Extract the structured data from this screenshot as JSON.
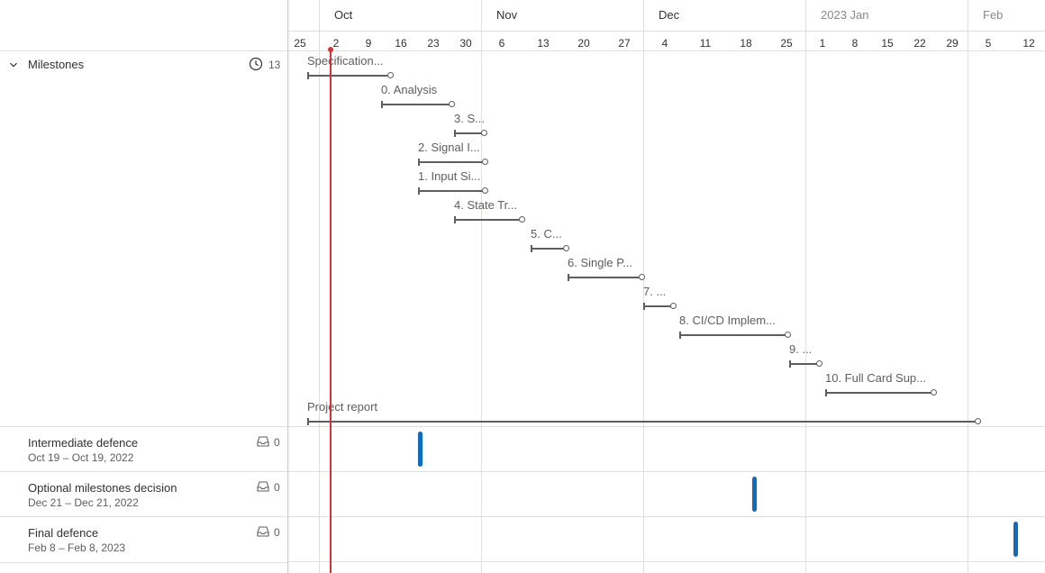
{
  "group": {
    "label": "Milestones",
    "count": "13",
    "icon": "clock-icon"
  },
  "rows": [
    {
      "title": "Intermediate defence",
      "dates": "Oct 19 – Oct 19, 2022",
      "count": "0",
      "icon": "tray-icon"
    },
    {
      "title": "Optional milestones decision",
      "dates": "Dec 21 – Dec 21, 2022",
      "count": "0",
      "icon": "tray-icon"
    },
    {
      "title": "Final defence",
      "dates": "Feb 8 – Feb 8, 2023",
      "count": "0",
      "icon": "tray-icon"
    }
  ],
  "months": [
    "Oct",
    "Nov",
    "Dec",
    "2023 Jan",
    "Feb"
  ],
  "days": [
    "25",
    "2",
    "9",
    "16",
    "23",
    "30",
    "6",
    "13",
    "20",
    "27",
    "4",
    "11",
    "18",
    "25",
    "1",
    "8",
    "15",
    "22",
    "29",
    "5",
    "12"
  ],
  "bars": [
    {
      "label": "Specification..."
    },
    {
      "label": "0. Analysis"
    },
    {
      "label": "3. S..."
    },
    {
      "label": "2. Signal I..."
    },
    {
      "label": "1. Input Si..."
    },
    {
      "label": "4. State Tr..."
    },
    {
      "label": "5. C..."
    },
    {
      "label": "6. Single P..."
    },
    {
      "label": "7. ..."
    },
    {
      "label": "8. CI/CD Implem..."
    },
    {
      "label": "9. ..."
    },
    {
      "label": "10. Full Card Sup..."
    },
    {
      "label": "Project report"
    }
  ],
  "colors": {
    "today_line": "#d13438",
    "milestone_marker": "#0f6cbd",
    "bar": "#605e5c",
    "grid": "#e1dfdd"
  }
}
